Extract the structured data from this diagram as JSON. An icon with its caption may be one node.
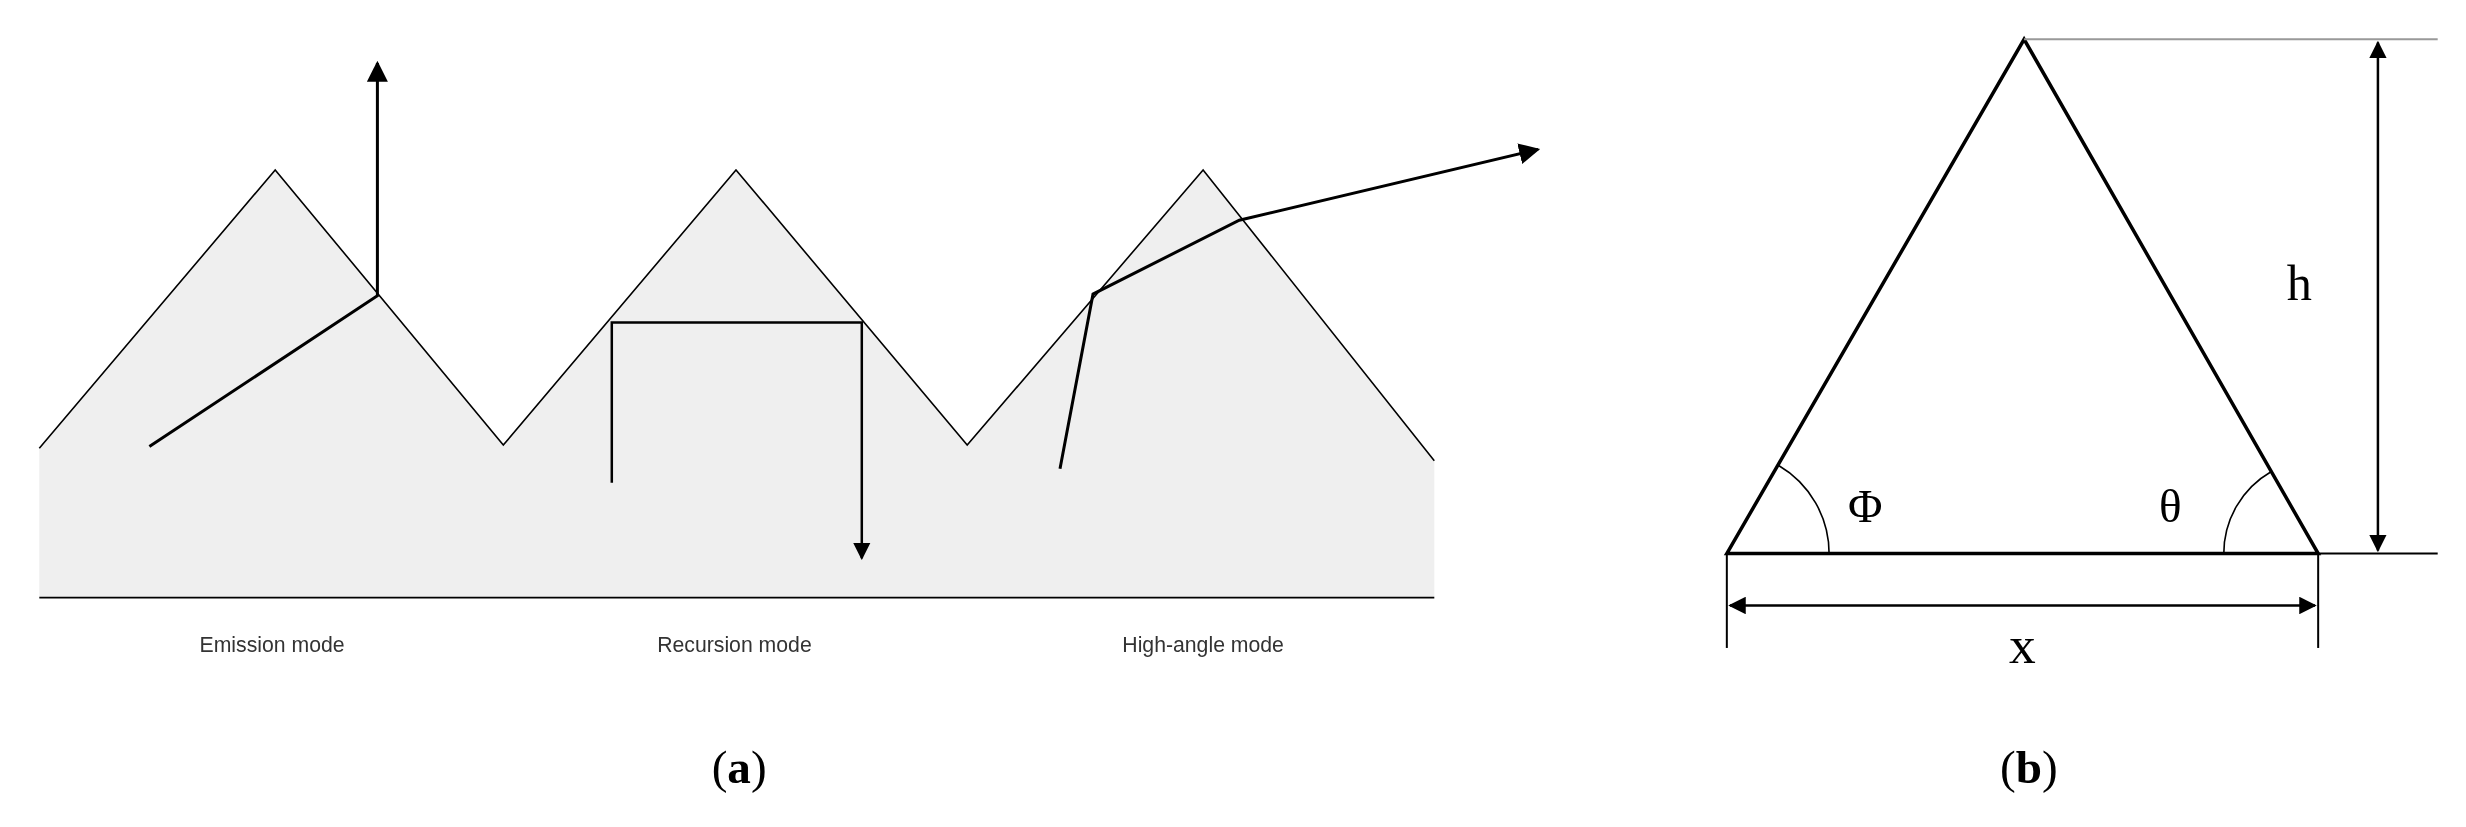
{
  "diagram": {
    "labels": [
      "Emission mode",
      "Recursion mode",
      "High-angle mode",
      "(**a**)",
      "h",
      "Φ",
      "θ",
      "x",
      "(**b**)"
    ]
  }
}
